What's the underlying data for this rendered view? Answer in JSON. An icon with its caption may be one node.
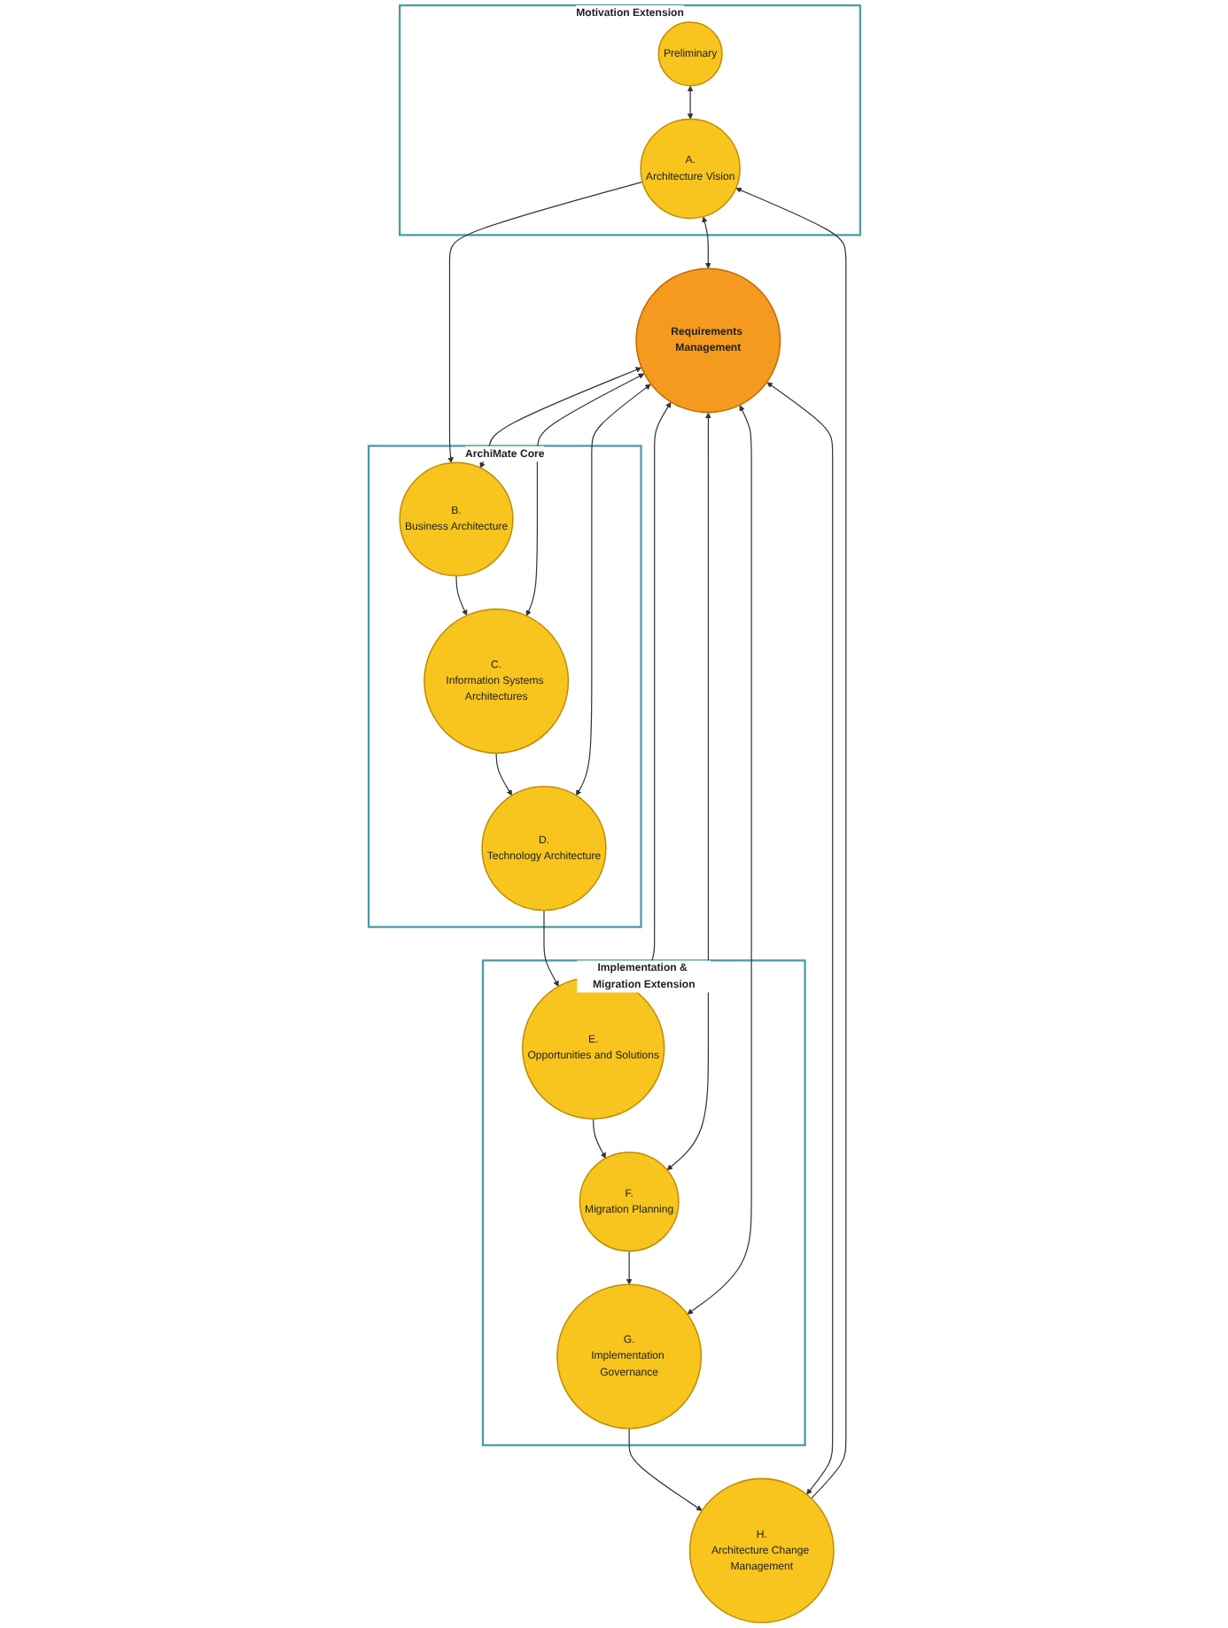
{
  "diagram": {
    "nodes": [
      {
        "text": [
          "Motivation Extension"
        ]
      },
      {
        "text": [
          "Preliminary"
        ],
        "in": 0
      },
      {
        "text": [
          "A.",
          "Architecture Vision"
        ],
        "in": 0
      },
      {
        "text": [
          "H.",
          "Architecture Change Management"
        ]
      },
      {
        "text": [
          "ArchiMate Core"
        ]
      },
      {
        "text": [
          "B.",
          "Business Architecture"
        ],
        "in": 4
      },
      {
        "text": [
          "C.",
          "Information Systems Architectures"
        ],
        "in": 4
      },
      {
        "text": [
          "D.",
          "Technology Architecture"
        ],
        "in": 4
      },
      {
        "text": [
          "Implementation & Migration Extension"
        ]
      },
      {
        "text": [
          "G.",
          "Implementation Governance"
        ],
        "in": 8
      },
      {
        "text": [
          "Requirements Management"
        ]
      },
      {
        "text": [
          "F.",
          "Migration Planning"
        ],
        "in": 8
      },
      {
        "text": [
          "E.",
          "Opportunities and Solutions"
        ],
        "in": 8
      }
    ],
    "edges": [
      {
        "from": 1,
        "to": 2,
        "arrow": "both"
      },
      {
        "from": 2,
        "to": 10,
        "arrow": "both"
      },
      {
        "from": 3,
        "to": 2,
        "arrow": "to"
      },
      {
        "from": 2,
        "to": 5,
        "arrow": "to"
      },
      {
        "from": 5,
        "to": 6,
        "arrow": "to"
      },
      {
        "from": 6,
        "to": 7,
        "arrow": "to"
      },
      {
        "from": 7,
        "to": 12,
        "arrow": "to"
      },
      {
        "from": 12,
        "to": 11,
        "arrow": "to"
      },
      {
        "from": 11,
        "to": 9,
        "arrow": "to"
      },
      {
        "from": 9,
        "to": 3,
        "arrow": "to"
      },
      {
        "from": 10,
        "to": 5,
        "arrow": "both"
      },
      {
        "from": 10,
        "to": 6,
        "arrow": "both"
      },
      {
        "from": 10,
        "to": 7,
        "arrow": "both"
      },
      {
        "from": 10,
        "to": 12,
        "arrow": "both"
      },
      {
        "from": 10,
        "to": 11,
        "arrow": "both"
      },
      {
        "from": 10,
        "to": 9,
        "arrow": "both"
      },
      {
        "from": 10,
        "to": 3,
        "arrow": "both"
      }
    ]
  }
}
